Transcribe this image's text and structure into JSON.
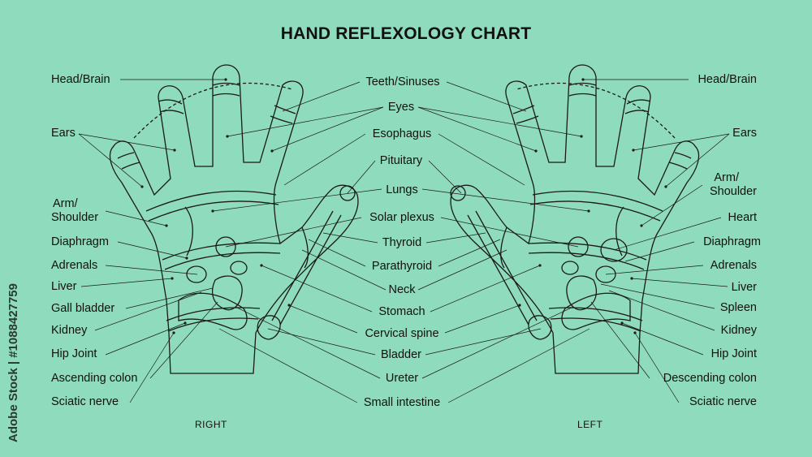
{
  "title": "HAND REFLEXOLOGY CHART",
  "side_labels": {
    "right_hand": "RIGHT",
    "left_hand": "LEFT"
  },
  "watermark": "Adobe Stock | #1088427759",
  "labels_right_hand": [
    "Head/Brain",
    "Ears",
    "Arm/",
    "Shoulder",
    "Diaphragm",
    "Adrenals",
    "Liver",
    "Gall bladder",
    "Kidney",
    "Hip Joint",
    "Ascending colon",
    "Sciatic nerve"
  ],
  "labels_center": [
    "Teeth/Sinuses",
    "Eyes",
    "Esophagus",
    "Pituitary",
    "Lungs",
    "Solar plexus",
    "Thyroid",
    "Parathyroid",
    "Neck",
    "Stomach",
    "Cervical spine",
    "Bladder",
    "Ureter",
    "Small intestine"
  ],
  "labels_left_hand": [
    "Head/Brain",
    "Ears",
    "Arm/",
    "Shoulder",
    "Heart",
    "Diaphragm",
    "Adrenals",
    "Liver",
    "Spleen",
    "Kidney",
    "Hip Joint",
    "Descending colon",
    "Sciatic nerve"
  ],
  "colors": {
    "background": "#8fdbbd",
    "line": "#1a1a1a"
  }
}
